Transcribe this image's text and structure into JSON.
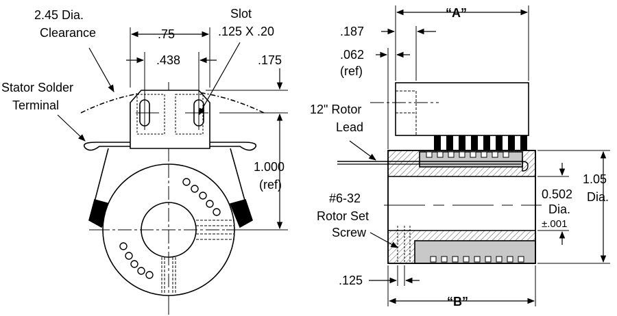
{
  "left_view": {
    "clearance_label_line1": "2.45 Dia.",
    "clearance_label_line2": "Clearance",
    "slot_label_line1": "Slot",
    "slot_label_line2": ".125 X .20",
    "dim_width": ".75",
    "dim_slot_spacing": ".438",
    "dim_top_offset": ".175",
    "terminal_label_line1": "Stator Solder",
    "terminal_label_line2": "Terminal",
    "dim_height_line1": "1.000",
    "dim_height_line2": "(ref)"
  },
  "right_view": {
    "dim_a": "“A”",
    "dim_187": ".187",
    "dim_062_line1": ".062",
    "dim_062_line2": "(ref)",
    "lead_label_line1": "12\" Rotor",
    "lead_label_line2": "Lead",
    "bore_line1": "0.502",
    "bore_line2": "Dia.",
    "bore_line3": "±.001",
    "od_line1": "1.05",
    "od_line2": "Dia.",
    "screw_line1": "#6-32",
    "screw_line2": "Rotor Set",
    "screw_line3": "Screw",
    "dim_125": ".125",
    "dim_b": "“B”"
  },
  "colors": {
    "ink": "#000000",
    "fill_gray": "#c8c8c8"
  }
}
